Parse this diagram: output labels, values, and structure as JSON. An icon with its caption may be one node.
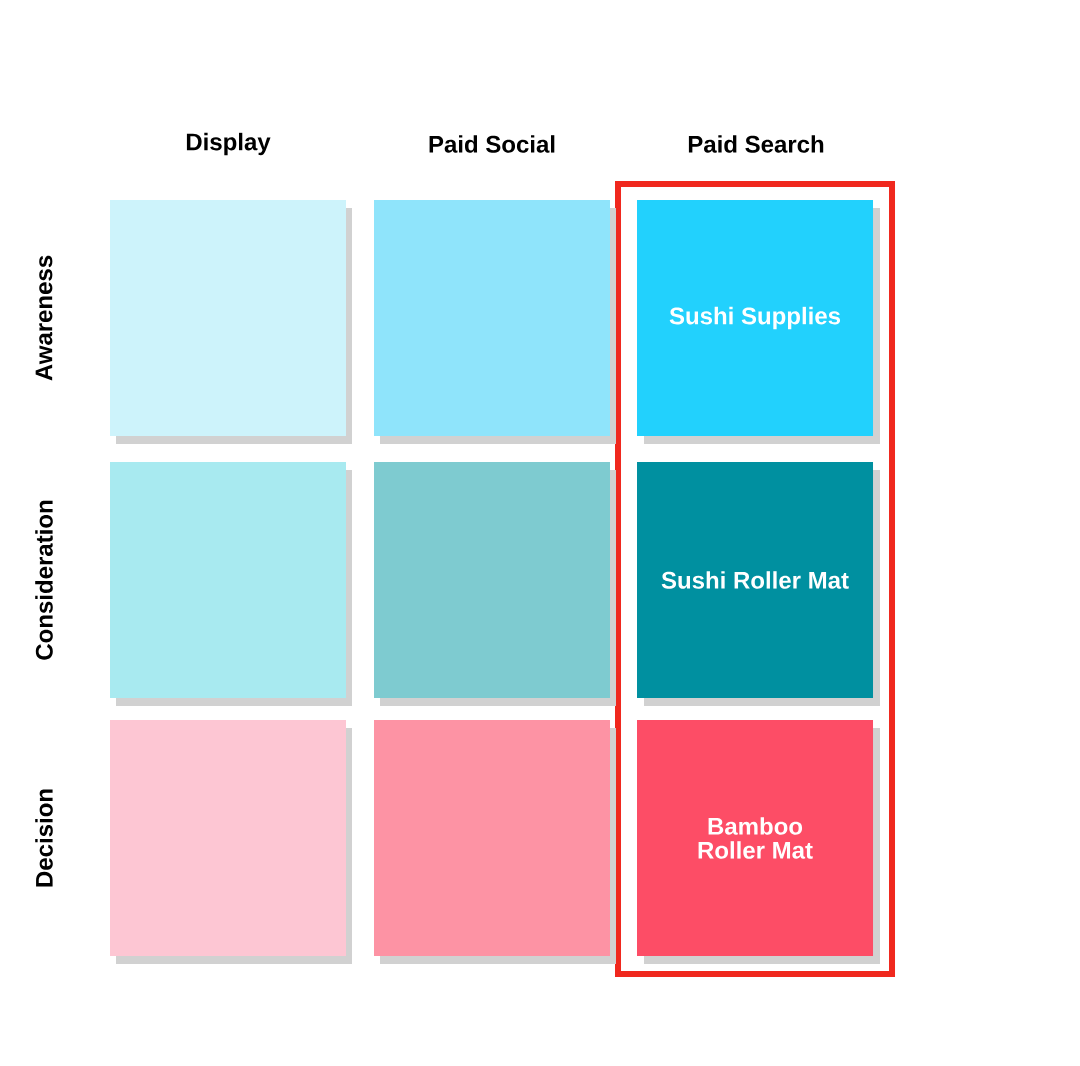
{
  "diagram": {
    "nodes": [
      {
        "text": [],
        "shape": "box"
      },
      {
        "text": [],
        "shape": "box"
      },
      {
        "text": [],
        "shape": "box"
      },
      {
        "text": [
          "Sushi Supplies"
        ],
        "in": 0
      },
      {
        "text": [],
        "shape": "box"
      },
      {
        "text": [],
        "shape": "box"
      },
      {
        "text": [
          "Sushi Roller Mat"
        ],
        "in": 0
      },
      {
        "text": [],
        "shape": "box"
      },
      {
        "text": [],
        "shape": "box"
      },
      {
        "text": [
          "Bamboo Roller Mat"
        ],
        "in": 0
      }
    ],
    "labels": [
      "Display",
      "Paid Social",
      "Paid Search",
      "Awareness",
      "Consideration",
      "Decision"
    ]
  }
}
